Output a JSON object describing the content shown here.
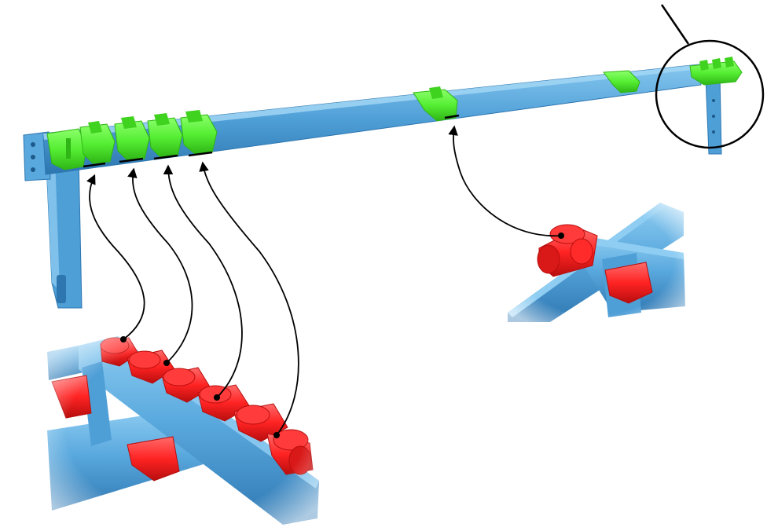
{
  "colors": {
    "background": "#ffffff",
    "frame_blue": "#4f9fd7",
    "frame_blue_dark": "#2d76b0",
    "frame_blue_light": "#7fc1ea",
    "bracket_green": "#55ee33",
    "bracket_green_dark": "#2fb516",
    "hinge_red": "#ff2a2a",
    "hinge_red_dark": "#c21010",
    "leader_line": "#000000",
    "callout_circle": "#000000"
  },
  "parts": {
    "main_beam": "frame-beam",
    "upper_brackets": [
      "hinge-bracket-1",
      "hinge-bracket-2",
      "hinge-bracket-3",
      "hinge-bracket-4",
      "hinge-bracket-5",
      "hinge-bracket-6",
      "hinge-bracket-7"
    ],
    "detail_views": [
      "left-detail-view",
      "right-detail-view"
    ],
    "callout": "end-bracket-callout"
  }
}
